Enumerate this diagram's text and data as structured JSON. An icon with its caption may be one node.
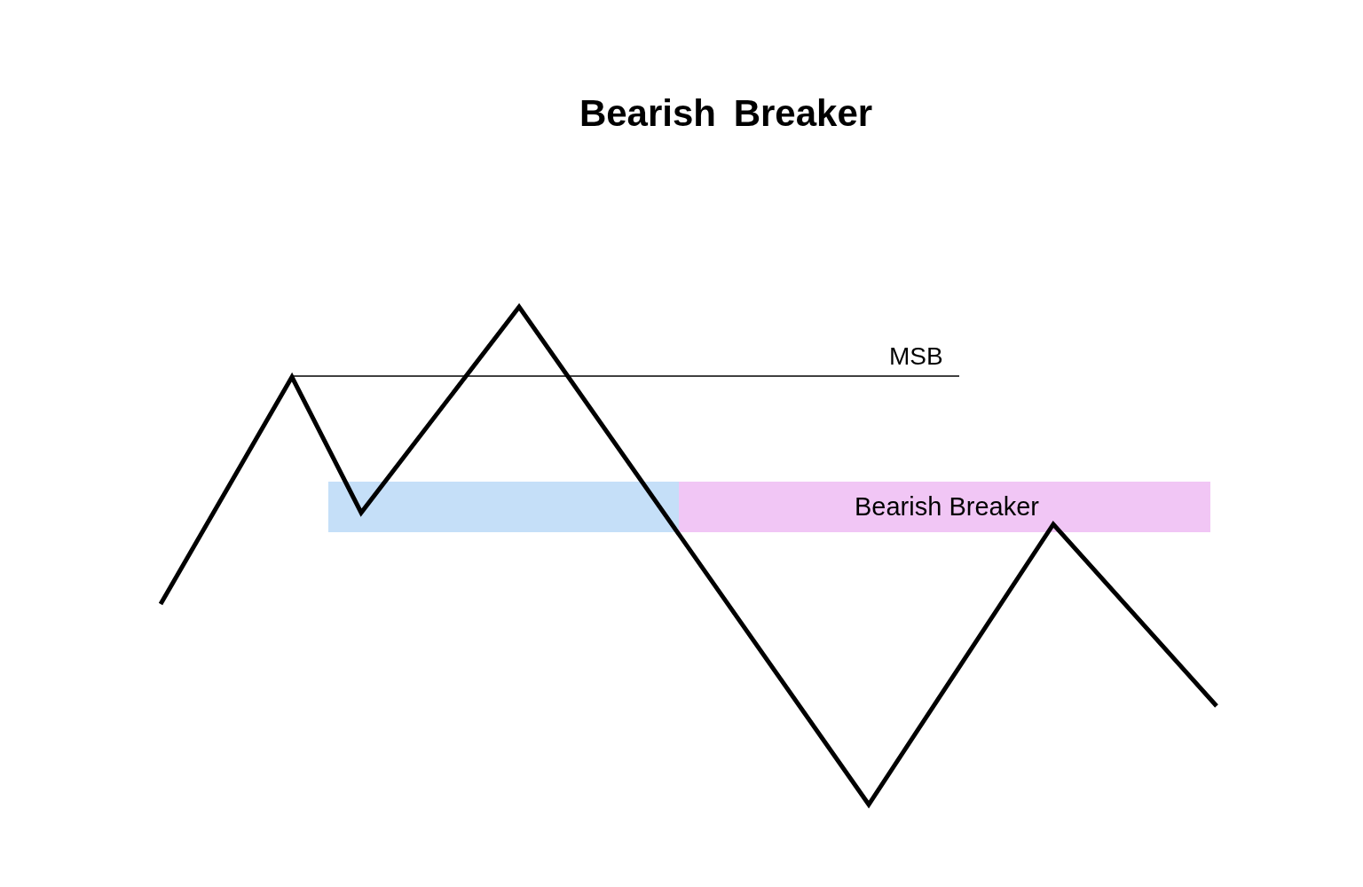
{
  "diagram": {
    "title": "Bearish Breaker",
    "nodes": [
      {
        "text": [],
        "shape": "box"
      },
      {
        "text": [
          "Bearish Breaker"
        ]
      }
    ],
    "labels": [
      "MSB"
    ]
  }
}
